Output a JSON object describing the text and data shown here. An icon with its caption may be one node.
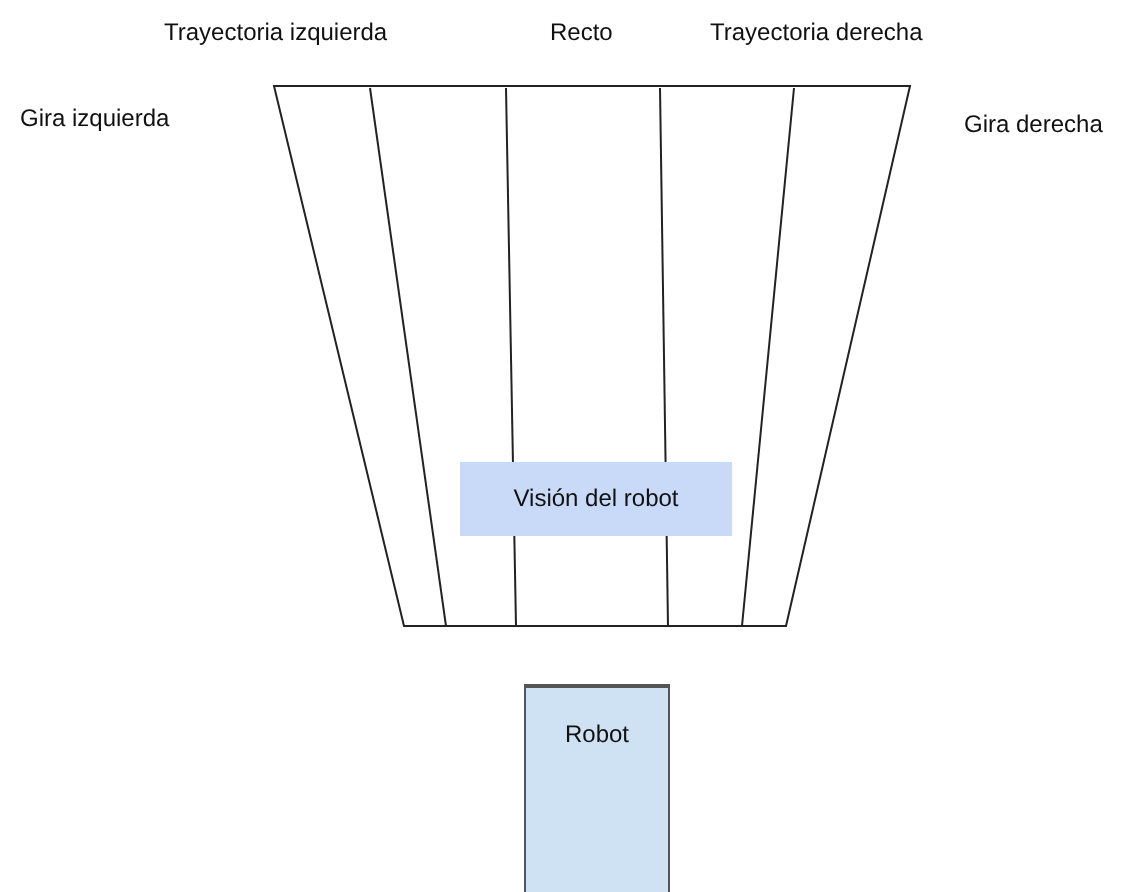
{
  "diagram": {
    "nodes": [
      {
        "text": [
          "Visión del robot"
        ]
      },
      {
        "text": [
          "Robot"
        ]
      }
    ],
    "labels": [
      "Trayectoria izquierda",
      "Recto",
      "Trayectoria derecha",
      "Gira izquierda",
      "Gira derecha"
    ]
  }
}
